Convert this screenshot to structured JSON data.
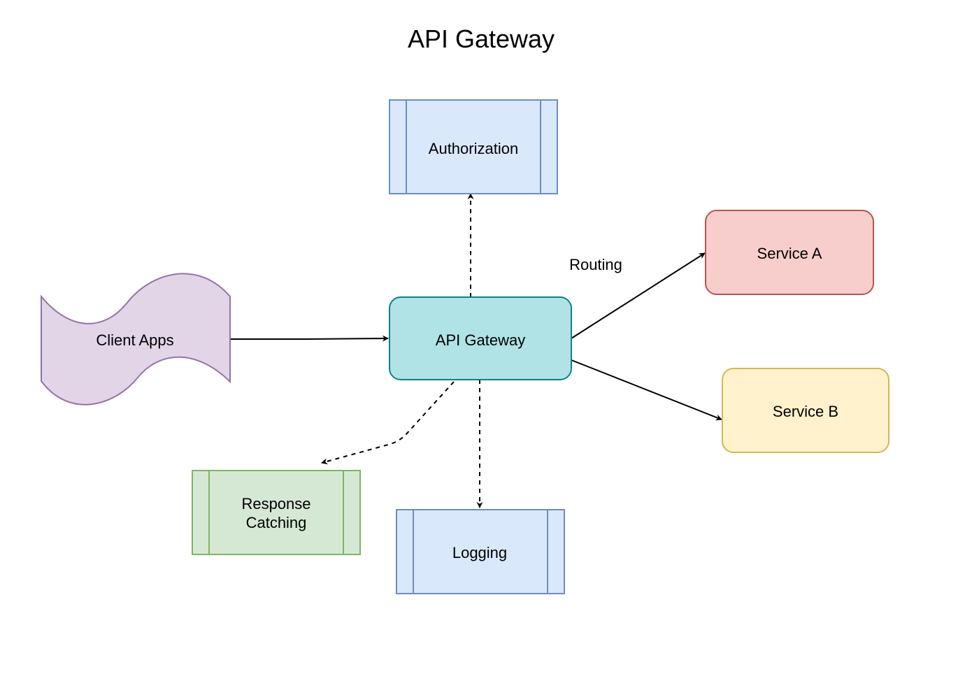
{
  "title": "API Gateway",
  "nodes": {
    "authorization": {
      "label": "Authorization",
      "shape": "process",
      "fill": "#dae8fc",
      "stroke": "#6c8ebf"
    },
    "client_apps": {
      "label": "Client Apps",
      "shape": "tape",
      "fill": "#e1d5e7",
      "stroke": "#9673a6"
    },
    "api_gateway": {
      "label": "API Gateway",
      "shape": "rounded-rectangle",
      "fill": "#b0e3e6",
      "stroke": "#0e8088"
    },
    "service_a": {
      "label": "Service A",
      "shape": "rounded-rectangle",
      "fill": "#f8cecc",
      "stroke": "#b85450"
    },
    "service_b": {
      "label": "Service B",
      "shape": "rounded-rectangle",
      "fill": "#fff2cc",
      "stroke": "#d6b656"
    },
    "response_catching": {
      "label_line1": "Response",
      "label_line2": "Catching",
      "shape": "process",
      "fill": "#d5e8d4",
      "stroke": "#82b366"
    },
    "logging": {
      "label": "Logging",
      "shape": "process",
      "fill": "#dae8fc",
      "stroke": "#6c8ebf"
    }
  },
  "edges": [
    {
      "from": "client_apps",
      "to": "api_gateway",
      "style": "solid"
    },
    {
      "from": "api_gateway",
      "to": "authorization",
      "style": "dashed"
    },
    {
      "from": "api_gateway",
      "to": "service_a",
      "style": "solid"
    },
    {
      "from": "api_gateway",
      "to": "service_b",
      "style": "solid"
    },
    {
      "from": "api_gateway",
      "to": "response_catching",
      "style": "dashed"
    },
    {
      "from": "api_gateway",
      "to": "logging",
      "style": "dashed"
    }
  ],
  "edge_labels": {
    "routing": "Routing"
  }
}
